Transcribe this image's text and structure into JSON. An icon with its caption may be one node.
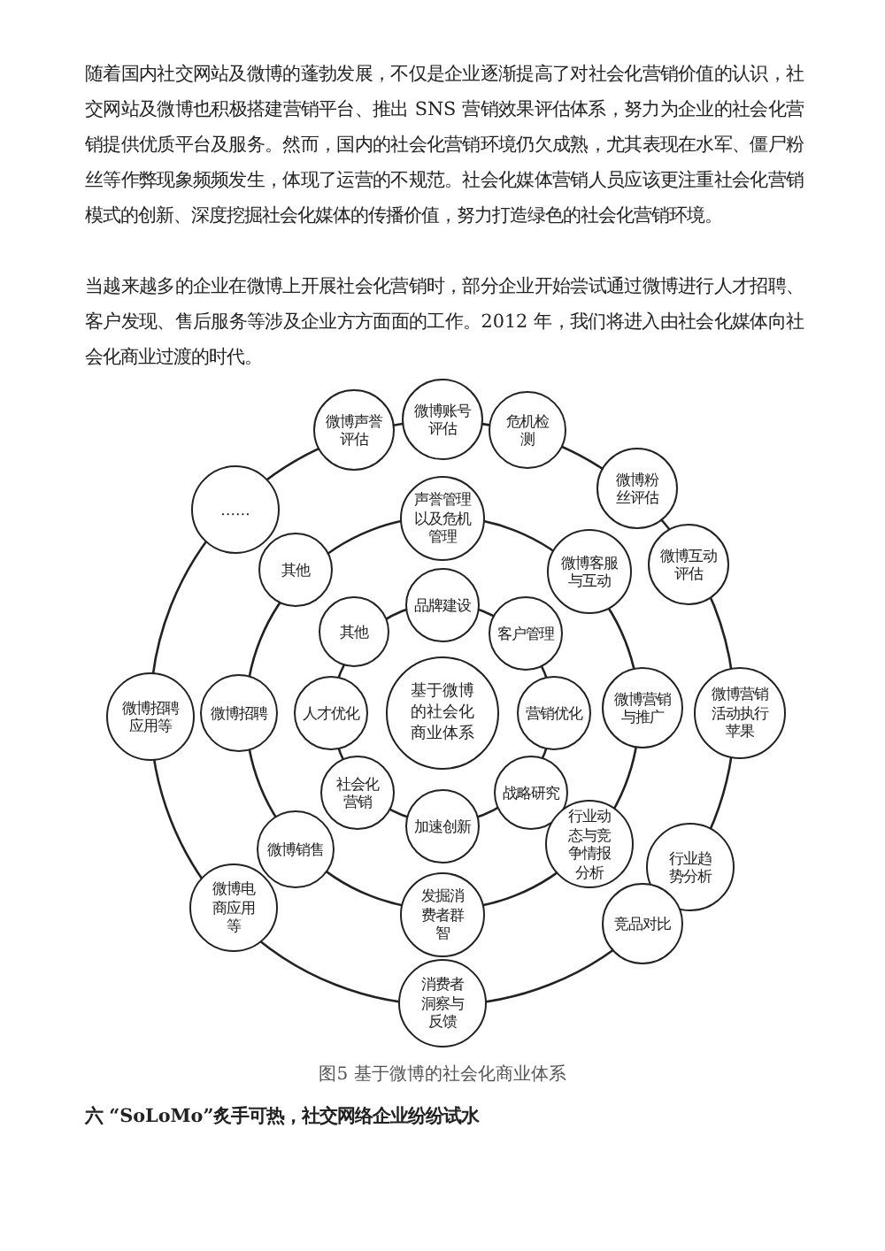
{
  "diagram": {
    "caption": "图5 基于微博的社会化商业体系",
    "nodes": [
      {
        "text": [
          "微博声誉评估"
        ]
      },
      {
        "text": [
          "微博账号评估"
        ]
      },
      {
        "text": [
          "危机检测"
        ]
      },
      {
        "text": [
          "……"
        ]
      },
      {
        "text": [
          "微博粉丝评估"
        ]
      },
      {
        "text": [
          "声誉管理以及危机管理"
        ]
      },
      {
        "text": [
          "微博互动评估"
        ]
      },
      {
        "text": [
          "其他"
        ]
      },
      {
        "text": [
          "微博客服与互动"
        ]
      },
      {
        "text": [
          "品牌建设"
        ]
      },
      {
        "text": [
          "其他"
        ]
      },
      {
        "text": [
          "客户管理"
        ]
      },
      {
        "text": [
          "微博招聘应用等"
        ]
      },
      {
        "text": [
          "微博招聘"
        ]
      },
      {
        "text": [
          "人才优化"
        ]
      },
      {
        "text": [
          "基于微博的社会化商业体系"
        ]
      },
      {
        "text": [
          "营销优化"
        ]
      },
      {
        "text": [
          "微博营销与推广"
        ]
      },
      {
        "text": [
          "微博营销活动执行苹果"
        ]
      },
      {
        "text": [
          "社会化营销"
        ]
      },
      {
        "text": [
          "战略研究"
        ]
      },
      {
        "text": [
          "加速创新"
        ]
      },
      {
        "text": [
          "微博销售"
        ]
      },
      {
        "text": [
          "行业动态与竞争情报分析"
        ]
      },
      {
        "text": [
          "行业趋势分析"
        ]
      },
      {
        "text": [
          "微博电商应用等"
        ]
      },
      {
        "text": [
          "发掘消费者群智"
        ]
      },
      {
        "text": [
          "竞品对比"
        ]
      },
      {
        "text": [
          "消费者洞察与反馈"
        ]
      }
    ],
    "labels": [
      "随着国内社交网站及微博的蓬勃发展，不仅是企业逐渐提高了对社会化营销价值的认识，社交网站及微博也积极搭建营销平台、推出 SNS 营销效果评估体系，努力为企业的社会化营销提供优质平台及服务。然而，国内的社会化营销环境仍欠成熟，尤其表现在水军、僵尸粉丝等作弊现象频频发生，体现了运营的不规范。社会化媒体营销人员应该更注重社会化营销模式的创新、深度挖掘社会化媒体的传播价值，努力打造绿色的社会化营销环境。",
      "当越来越多的企业在微博上开展社会化营销时，部分企业开始尝试通过微博进行人才招聘、客户发现、售后服务等涉及企业方方面面的工作。2012 年，我们将进入由社会化媒体向社会化商业过渡的时代。",
      "六 “SoLoMo”炙手可热，社交网络企业纷纷试水"
    ]
  }
}
